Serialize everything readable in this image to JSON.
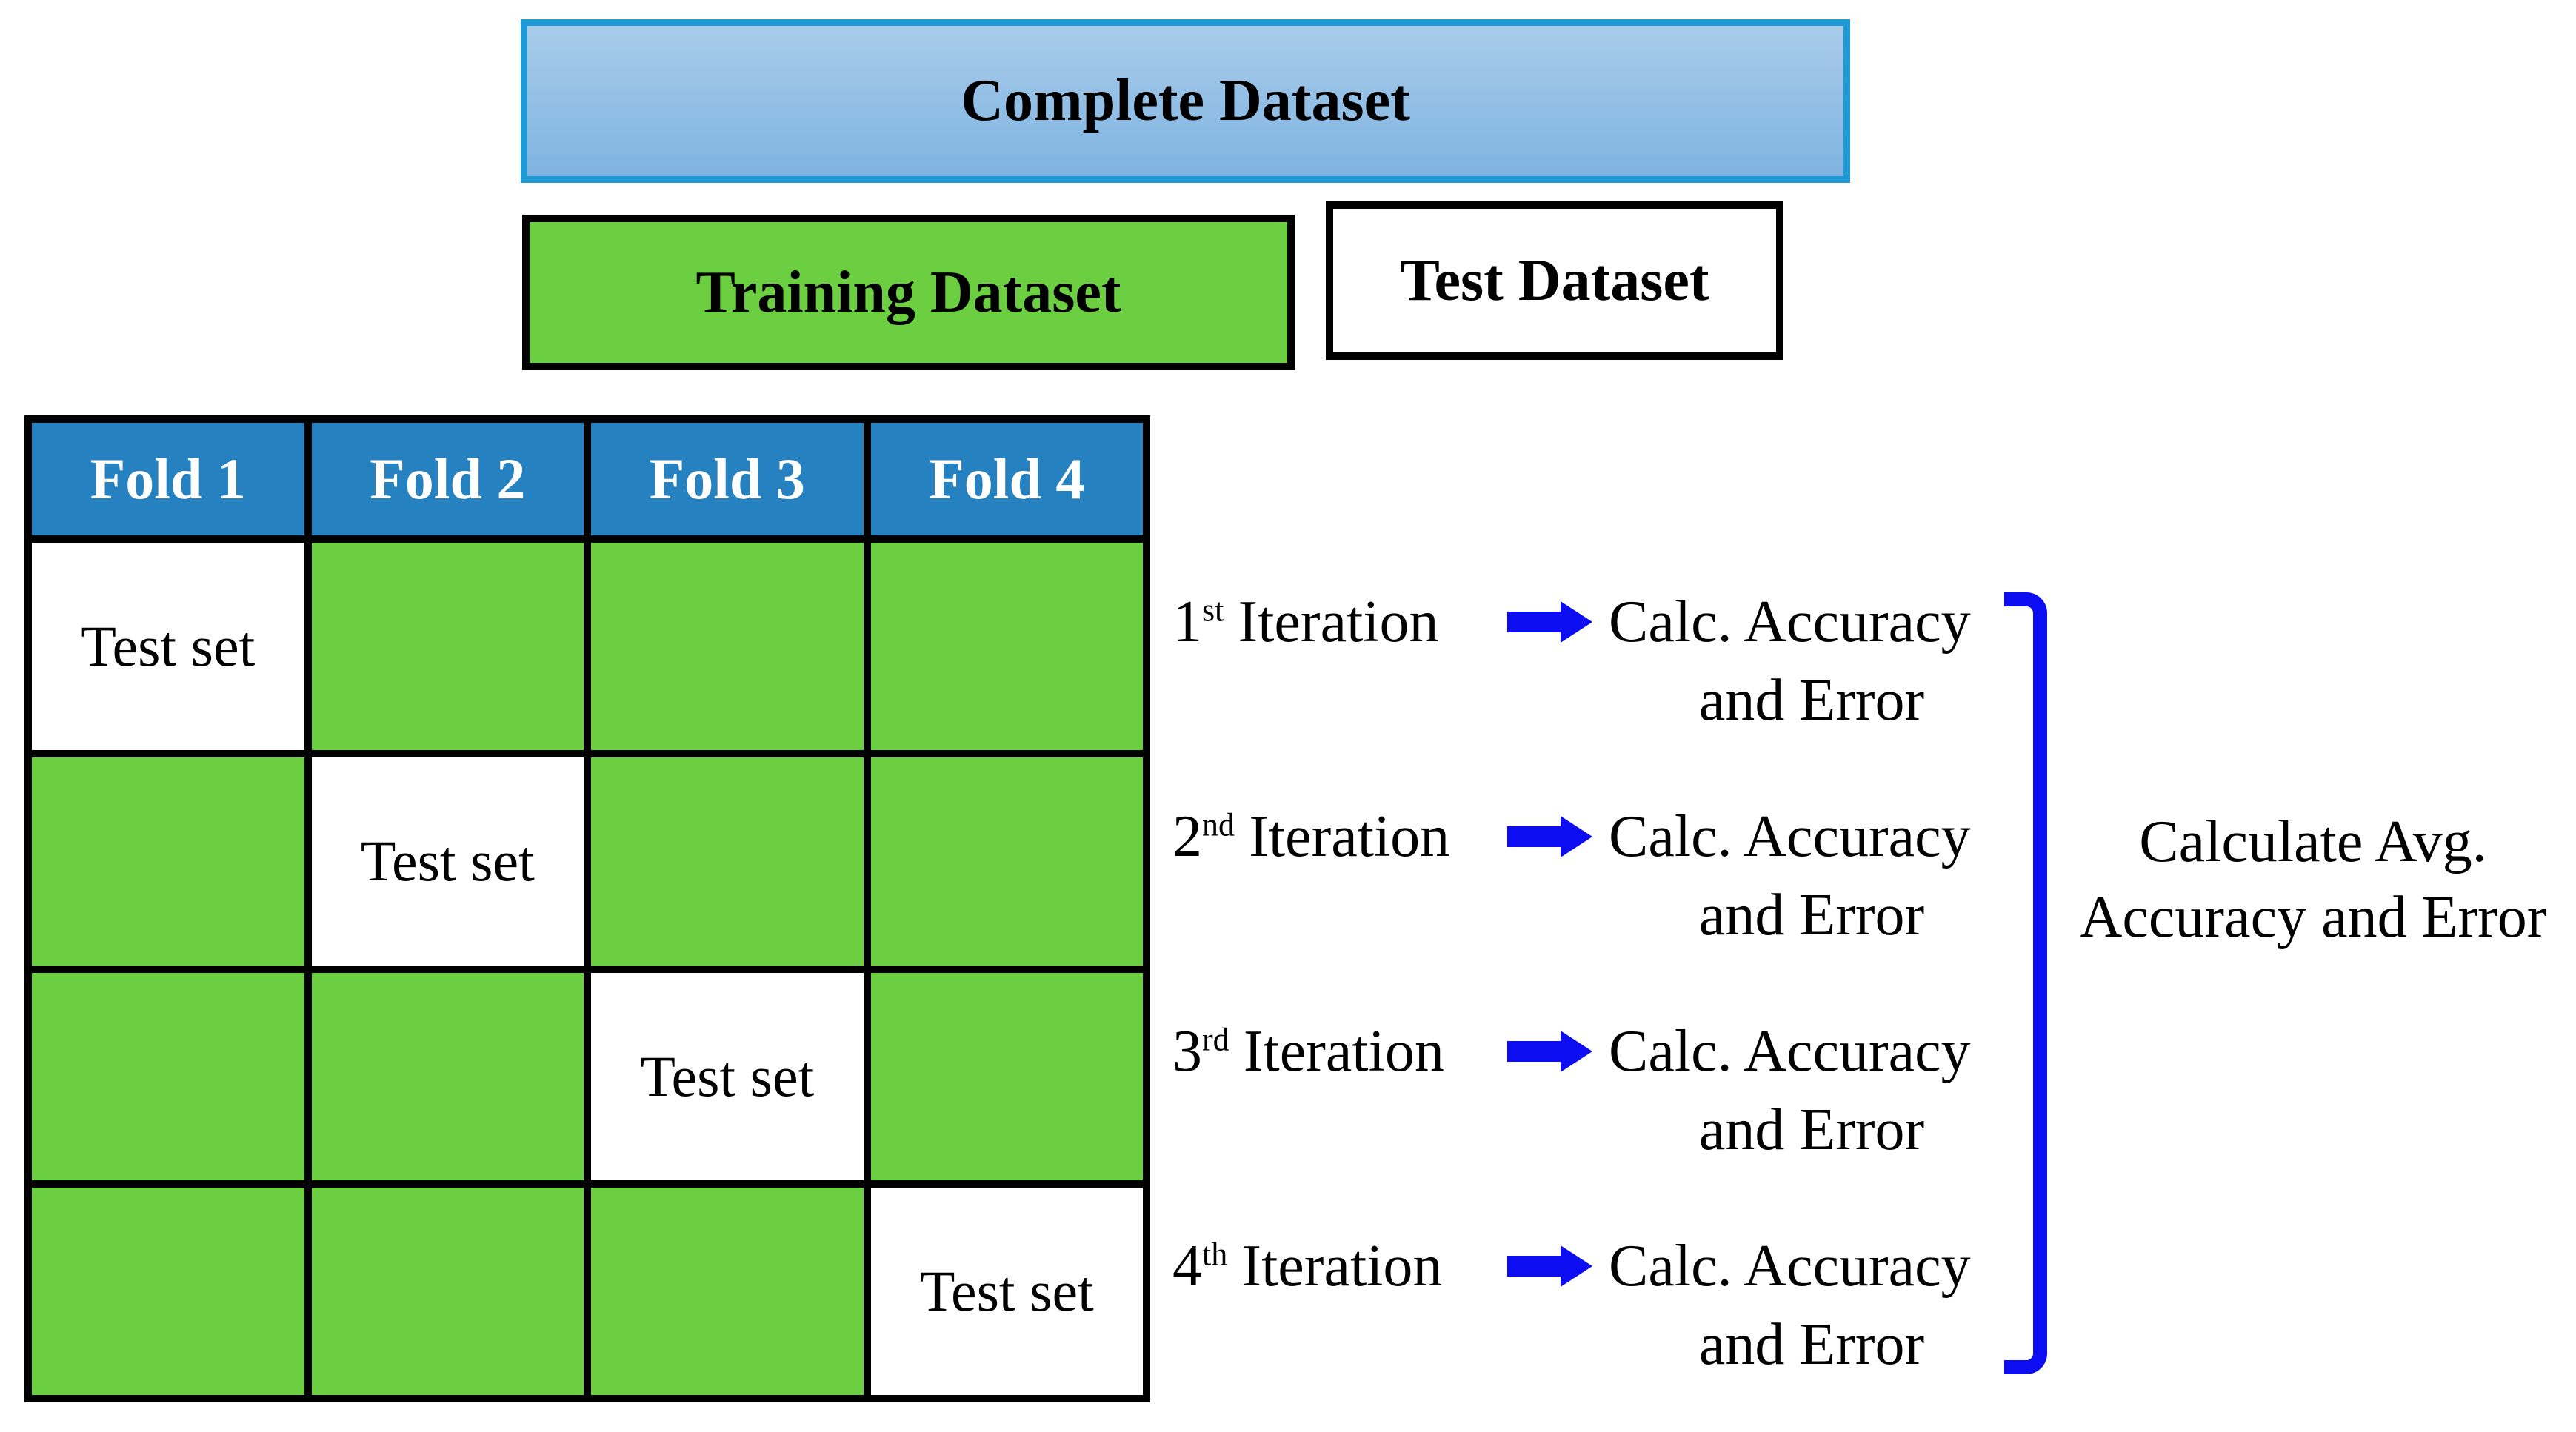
{
  "figure": {
    "type": "k-fold-cross-validation-diagram",
    "complete_dataset_label": "Complete Dataset",
    "training_dataset_label": "Training Dataset",
    "test_dataset_label": "Test Dataset"
  },
  "fold_table": {
    "headers": [
      "Fold 1",
      "Fold 2",
      "Fold 3",
      "Fold 4"
    ],
    "test_cell_label": "Test set",
    "rows": [
      {
        "test_fold": 1
      },
      {
        "test_fold": 2
      },
      {
        "test_fold": 3
      },
      {
        "test_fold": 4
      }
    ]
  },
  "iterations": [
    {
      "ordinal": "1",
      "suffix": "st",
      "word": "Iteration",
      "calc_line1": "Calc. Accuracy",
      "calc_line2": "and Error"
    },
    {
      "ordinal": "2",
      "suffix": "nd",
      "word": "Iteration",
      "calc_line1": "Calc. Accuracy",
      "calc_line2": "and Error"
    },
    {
      "ordinal": "3",
      "suffix": "rd",
      "word": "Iteration",
      "calc_line1": "Calc. Accuracy",
      "calc_line2": "and Error"
    },
    {
      "ordinal": "4",
      "suffix": "th",
      "word": "Iteration",
      "calc_line1": "Calc. Accuracy",
      "calc_line2": "and Error"
    }
  ],
  "summary": {
    "line1": "Calculate Avg.",
    "line2": "Accuracy and Error"
  },
  "icons": {
    "arrow": "right-block-arrow",
    "bracket": "closing-square-bracket"
  },
  "colors": {
    "complete_box_border": "#1e9ad6",
    "complete_box_gradient_top": "#a9cbea",
    "complete_box_gradient_bottom": "#7eb4e1",
    "fold_header_blue": "#2681c0",
    "training_green": "#6cce41",
    "arrow_bracket_blue": "#0d0df2",
    "border_black": "#000000",
    "header_text_white": "#ffffff"
  }
}
